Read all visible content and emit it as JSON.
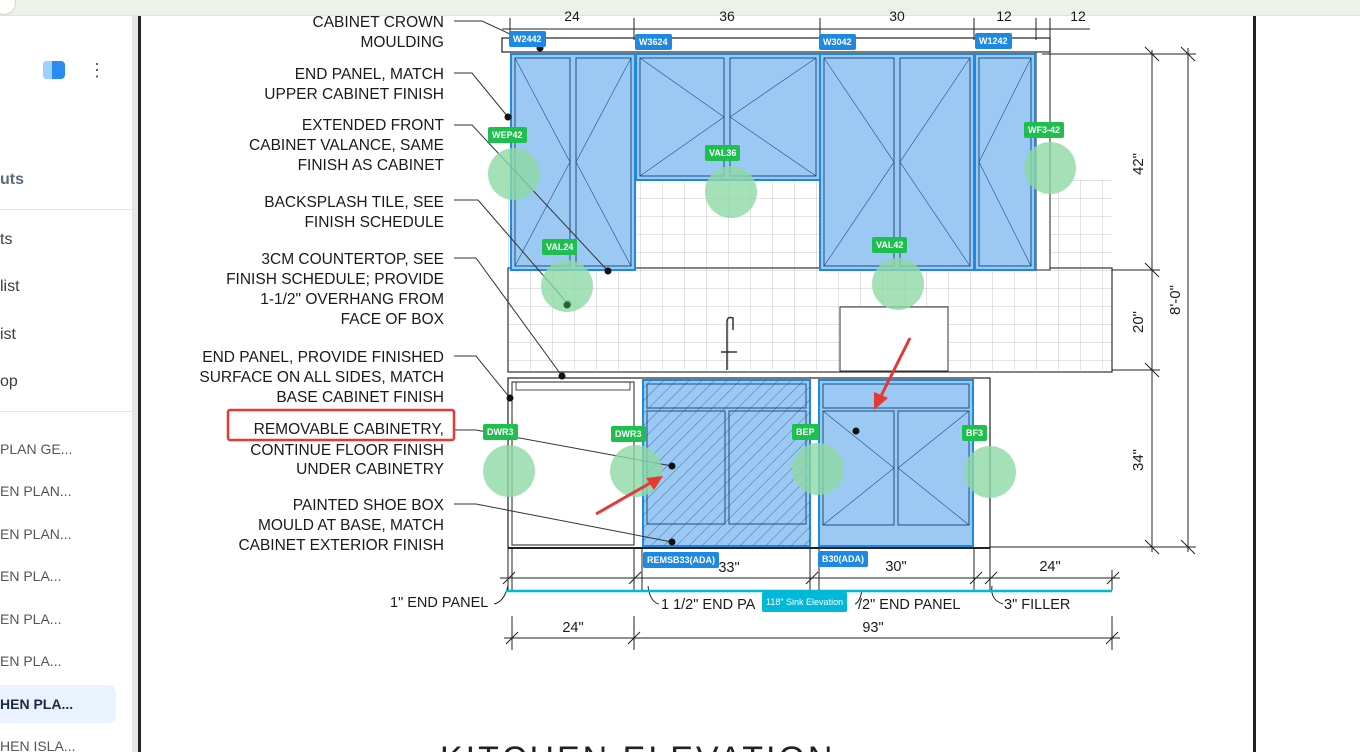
{
  "sidebar": {
    "nav_items": [
      "uts",
      "ts",
      " list",
      "ist",
      "op"
    ],
    "sheets": [
      "PLAN GE...",
      "EN PLAN...",
      "EN PLAN...",
      "EN PLA...",
      "EN PLA...",
      "EN PLA...",
      "HEN PLA...",
      "HEN ISLA..."
    ],
    "active_sheet_index": 6
  },
  "drawing": {
    "callouts": [
      [
        "CABINET CROWN",
        "MOULDING"
      ],
      [
        "END PANEL, MATCH",
        "UPPER CABINET FINISH"
      ],
      [
        "EXTENDED FRONT",
        "CABINET VALANCE, SAME",
        "FINISH AS CABINET"
      ],
      [
        "BACKSPLASH TILE, SEE",
        "FINISH SCHEDULE"
      ],
      [
        "3CM COUNTERTOP, SEE",
        "FINISH SCHEDULE; PROVIDE",
        "1-1/2\" OVERHANG FROM",
        "FACE OF BOX"
      ],
      [
        "END PANEL, PROVIDE FINISHED",
        "SURFACE ON ALL SIDES, MATCH",
        "BASE CABINET FINISH"
      ],
      [
        "REMOVABLE CABINETRY,",
        "CONTINUE FLOOR FINISH",
        "UNDER CABINETRY"
      ],
      [
        "PAINTED SHOE BOX",
        "MOULD AT BASE, MATCH",
        "CABINET EXTERIOR FINISH"
      ]
    ],
    "top_dims": [
      "24",
      "36",
      "30",
      "12",
      "12"
    ],
    "vertical_dims": [
      "42\"",
      "20\"",
      "34\"",
      "8'-0\""
    ],
    "base_dims": [
      "33\"",
      "30\"",
      "24\""
    ],
    "bottom_notes": [
      "1\" END PANEL",
      "1 1/2\" END PA",
      "/2\" END PANEL",
      "3\" FILLER"
    ],
    "bottom_dims": [
      "24\"",
      "93\""
    ],
    "title_partial": "KITCHEN ELEVATION"
  },
  "tags": {
    "blue": [
      "W2442",
      "W3624",
      "W3042",
      "W1242",
      "REMSB33(ADA)",
      "B30(ADA)"
    ],
    "green": [
      "WEP42",
      "VAL36",
      "WF3-42",
      "VAL24",
      "VAL42",
      "DWR3",
      "DWR3",
      "BEP",
      "BF3"
    ],
    "cyan": [
      "118\" Sink Elevation"
    ]
  },
  "colors": {
    "cabinet_fill": "#9cc9f3",
    "cabinet_stroke": "#1e88e5",
    "green_marker": "#8fd9a4",
    "highlight_red": "#e53935",
    "cyan_line": "#00b8d9"
  }
}
